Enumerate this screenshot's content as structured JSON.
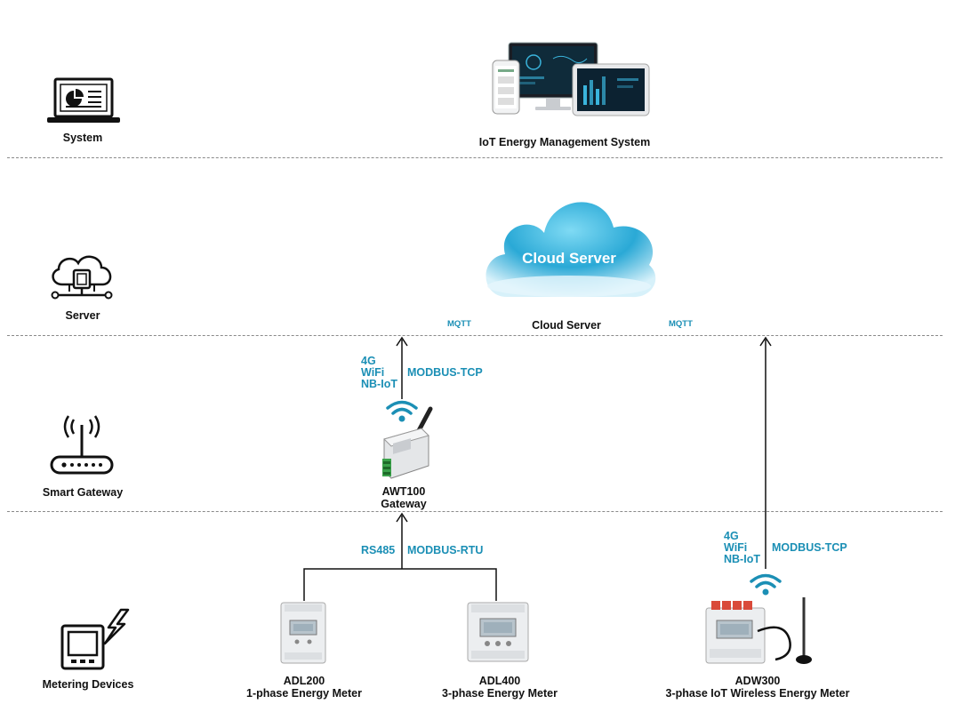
{
  "layers": {
    "system": {
      "label": "System",
      "icon": "monitor-chart-icon"
    },
    "server": {
      "label": "Server",
      "icon": "cloud-network-icon"
    },
    "gateway": {
      "label": "Smart Gateway",
      "icon": "router-icon"
    },
    "metering": {
      "label": "Metering Devices",
      "icon": "meter-lightning-icon"
    }
  },
  "system": {
    "name": "IoT Energy Management System"
  },
  "cloud": {
    "banner": "Cloud Server",
    "caption": "Cloud Server"
  },
  "protocols": {
    "mqtt_left": "MQTT",
    "mqtt_right": "MQTT",
    "gateway_uplink": {
      "lines": [
        "4G",
        "WiFi",
        "NB-IoT"
      ],
      "protocol": "MODBUS-TCP"
    },
    "gateway_downlink": {
      "bus": "RS485",
      "protocol": "MODBUS-RTU"
    },
    "wireless_uplink": {
      "lines": [
        "4G",
        "WiFi",
        "NB-IoT"
      ],
      "protocol": "MODBUS-TCP"
    }
  },
  "gateway": {
    "model": "AWT100",
    "type": "Gateway"
  },
  "devices": [
    {
      "model": "ADL200",
      "type": "1-phase Energy Meter"
    },
    {
      "model": "ADL400",
      "type": "3-phase Energy Meter"
    },
    {
      "model": "ADW300",
      "type": "3-phase IoT Wireless Energy Meter"
    }
  ],
  "colors": {
    "accent": "#1b8fb5",
    "cloud": "#3ab4dc",
    "divider": "#8a8a8a"
  }
}
